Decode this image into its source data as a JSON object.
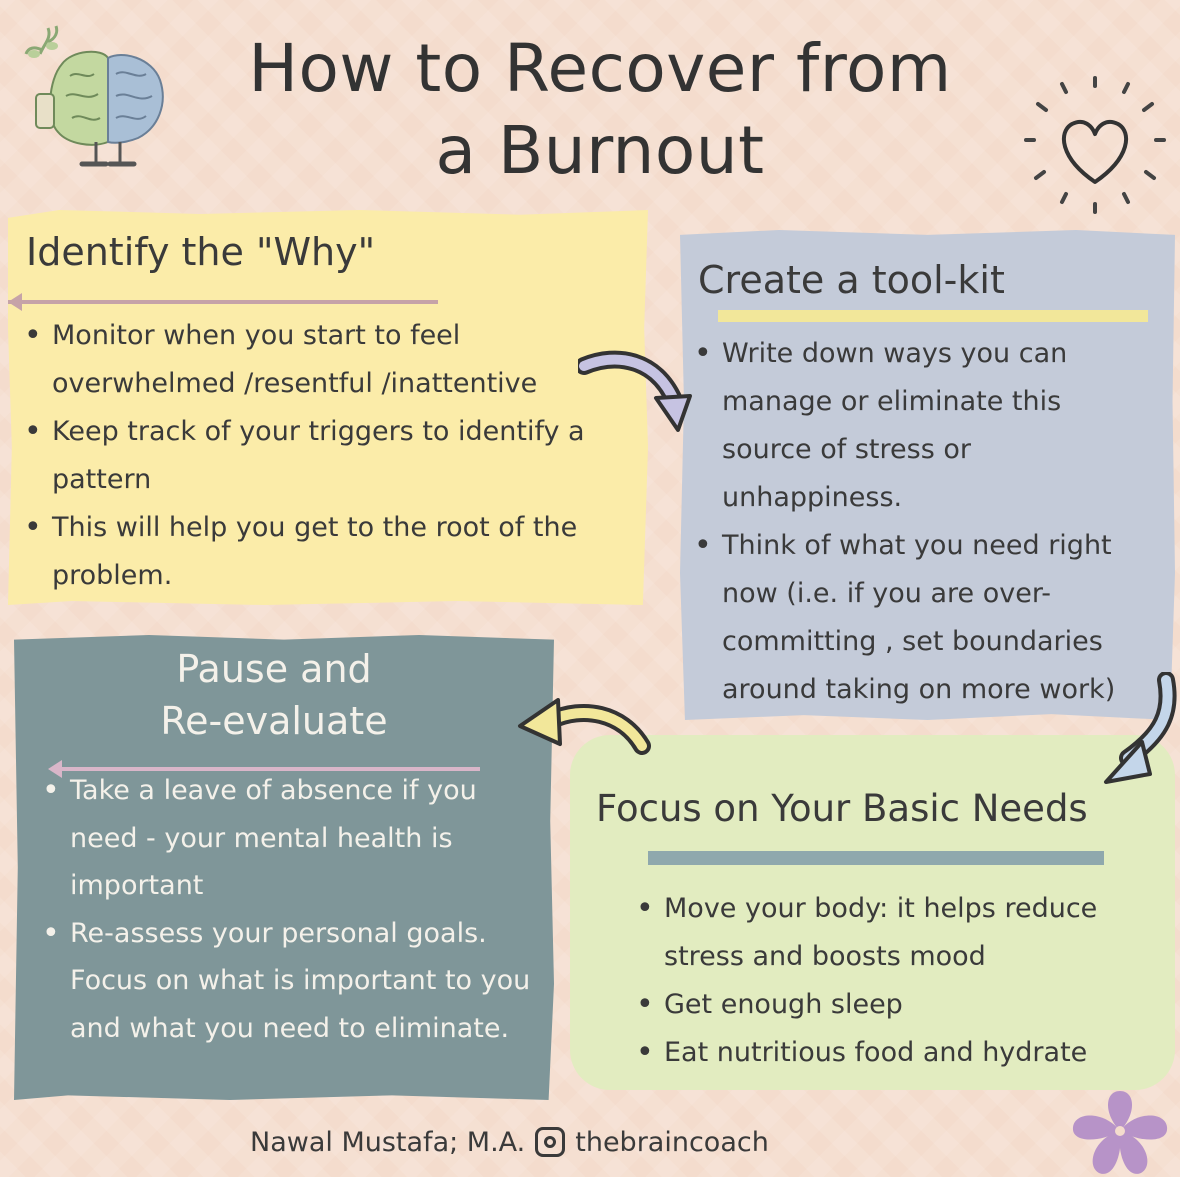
{
  "title": {
    "line1": "How to Recover from",
    "line2": "a Burnout"
  },
  "cards": {
    "why": {
      "heading": "Identify the \"Why\"",
      "items": [
        "Monitor when you start to feel overwhelmed /resentful /inattentive",
        "Keep track of your triggers to identify a pattern",
        "This will help you get to the root of the problem."
      ]
    },
    "toolkit": {
      "heading": "Create a tool-kit",
      "items": [
        "Write down ways you can manage or eliminate this source of stress or unhappiness.",
        "Think of what you need right now (i.e. if you are over-committing , set boundaries around taking on more work)"
      ]
    },
    "pause": {
      "heading_line1": "Pause and",
      "heading_line2": "Re-evaluate",
      "items": [
        "Take a leave of absence if you need - your mental health is important",
        "Re-assess your personal goals. Focus on what is important to you and what you need to eliminate."
      ]
    },
    "basic": {
      "heading": "Focus on Your Basic Needs",
      "items": [
        "Move your body: it helps reduce stress and boosts mood",
        "Get enough sleep",
        "Eat nutritious food and hydrate"
      ]
    }
  },
  "footer": {
    "author": "Nawal Mustafa; M.A.",
    "handle": "thebraincoach"
  },
  "icons": [
    "brain-icon",
    "heart-icon",
    "instagram-icon",
    "flower-icon",
    "arrow-icon"
  ],
  "colors": {
    "background": "#f4dccd",
    "card_yellow": "#fbeca9",
    "card_blue": "#c4cbd9",
    "card_teal": "#7f9699",
    "card_green": "#e2ecc0"
  }
}
